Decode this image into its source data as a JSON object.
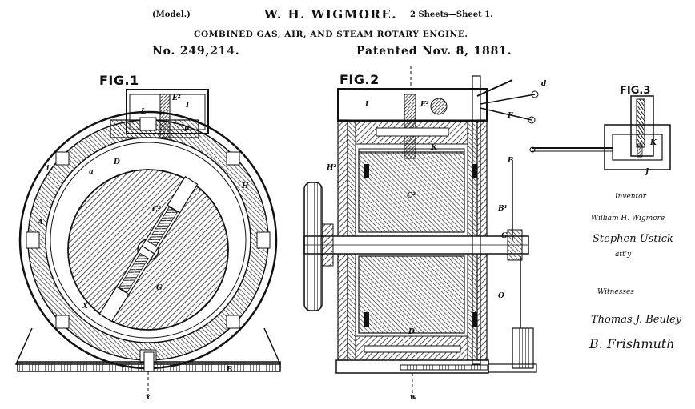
{
  "header": {
    "model": "(Model.)",
    "inventor_name": "W. H. WIGMORE.",
    "sheets": "2 Sheets—Sheet 1.",
    "title": "COMBINED GAS, AIR, AND STEAM ROTARY ENGINE.",
    "patent_no": "No. 249,214.",
    "patented": "Patented Nov. 8, 1881."
  },
  "figures": {
    "fig1": "FIG.1",
    "fig2": "FIG.2",
    "fig3": "FIG.3"
  },
  "labels": {
    "f1_E2": "E²",
    "f1_I": "I",
    "f1_L": "L",
    "f1_p": "p",
    "f1_D": "D",
    "f1_a": "a",
    "f1_A": "A",
    "f1_G": "G",
    "f1_C2": "C²",
    "f1_H": "H",
    "f1_X": "X",
    "f1_B": "B",
    "f1_i": "i",
    "f1_x": "x",
    "f2_I": "I",
    "f2_E2": "E²",
    "f2_C2": "C²",
    "f2_H2": "H²",
    "f2_F": "F",
    "f2_G": "G",
    "f2_O": "O",
    "f2_P": "P",
    "f2_D": "D",
    "f2_B1": "B¹",
    "f2_w": "w",
    "f2_d": "d",
    "f2_K": "K",
    "f3_K": "K",
    "f3_J": "J"
  },
  "side": {
    "inventor_label": "Inventor",
    "inventor_sig": "William H. Wigmore",
    "attorney_sig": "Stephen Ustick",
    "attorney_label": "att'y",
    "witnesses_label": "Witnesses",
    "witness1": "Thomas J. Beuley",
    "witness2": "B. Frishmuth"
  }
}
